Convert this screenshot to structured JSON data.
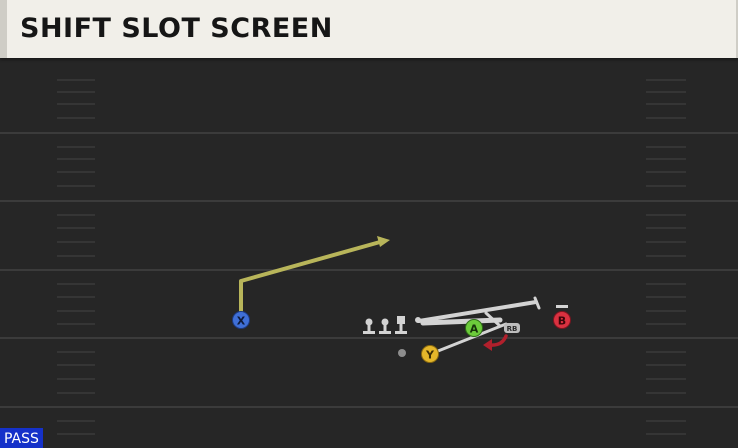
{
  "title": "SHIFT SLOT SCREEN",
  "play_type_badge": "PASS",
  "players": [
    {
      "button": "X",
      "color": "#3f6fd6"
    },
    {
      "button": "A",
      "color": "#6ccb3b"
    },
    {
      "button": "Y",
      "color": "#e4b62a"
    },
    {
      "button": "B",
      "color": "#d93140"
    }
  ],
  "backfield_tag": "RB",
  "colors": {
    "field": "#262626",
    "yard_line": "#3b3b3b",
    "route_x": "#b8b55a",
    "route_white": "#d3d3d3",
    "motion": "#b1202c",
    "header_bg": "#f1efe9",
    "badge_bg": "#1531c9"
  }
}
